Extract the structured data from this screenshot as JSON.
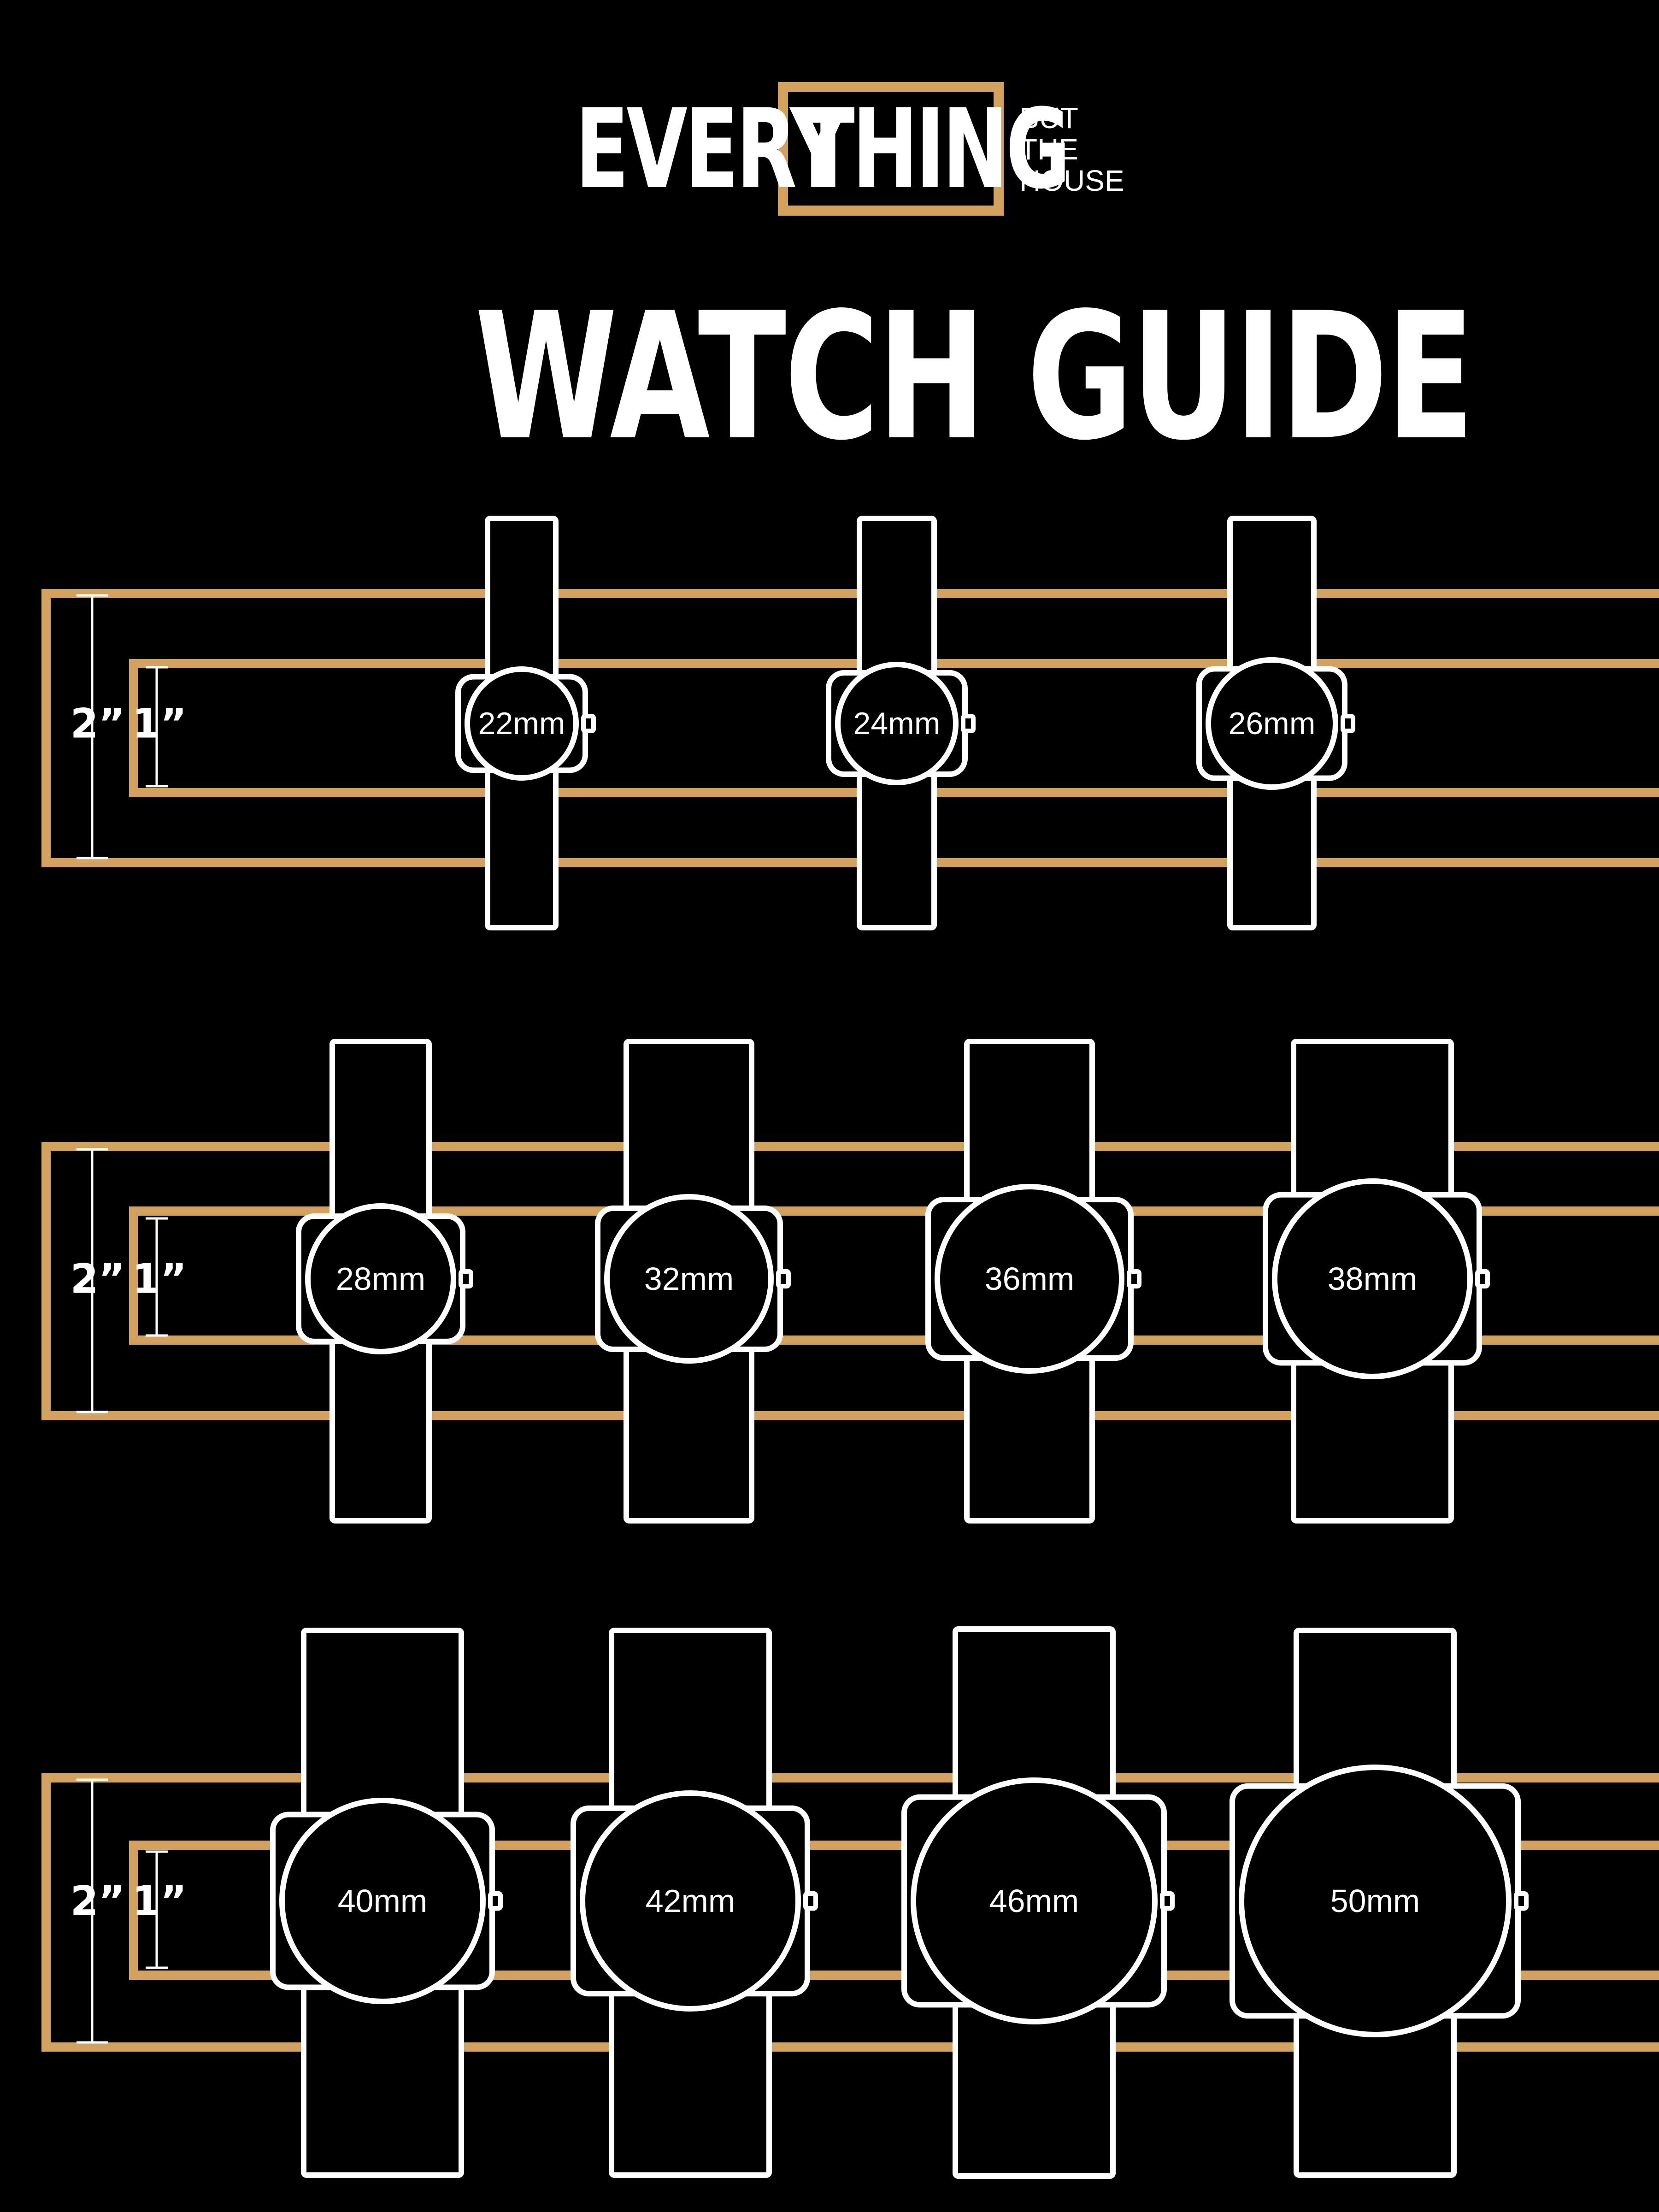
{
  "logo": {
    "every": "EVERY",
    "thing": "THING",
    "but": "BUT",
    "the": "THE",
    "house": "HOUSE"
  },
  "title": "WATCH GUIDE",
  "colors": {
    "background": "#000000",
    "line": "#ffffff",
    "band": "#d4a25f"
  },
  "rows": [
    {
      "inch_labels": [
        "2”",
        "1”"
      ],
      "watches": [
        {
          "size_mm": 22,
          "label": "22mm"
        },
        {
          "size_mm": 24,
          "label": "24mm"
        },
        {
          "size_mm": 26,
          "label": "26mm"
        }
      ]
    },
    {
      "inch_labels": [
        "2”",
        "1”"
      ],
      "watches": [
        {
          "size_mm": 28,
          "label": "28mm"
        },
        {
          "size_mm": 32,
          "label": "32mm"
        },
        {
          "size_mm": 36,
          "label": "36mm"
        },
        {
          "size_mm": 38,
          "label": "38mm"
        }
      ]
    },
    {
      "inch_labels": [
        "2”",
        "1”"
      ],
      "watches": [
        {
          "size_mm": 40,
          "label": "40mm"
        },
        {
          "size_mm": 42,
          "label": "42mm"
        },
        {
          "size_mm": 46,
          "label": "46mm"
        },
        {
          "size_mm": 50,
          "label": "50mm"
        }
      ]
    }
  ]
}
